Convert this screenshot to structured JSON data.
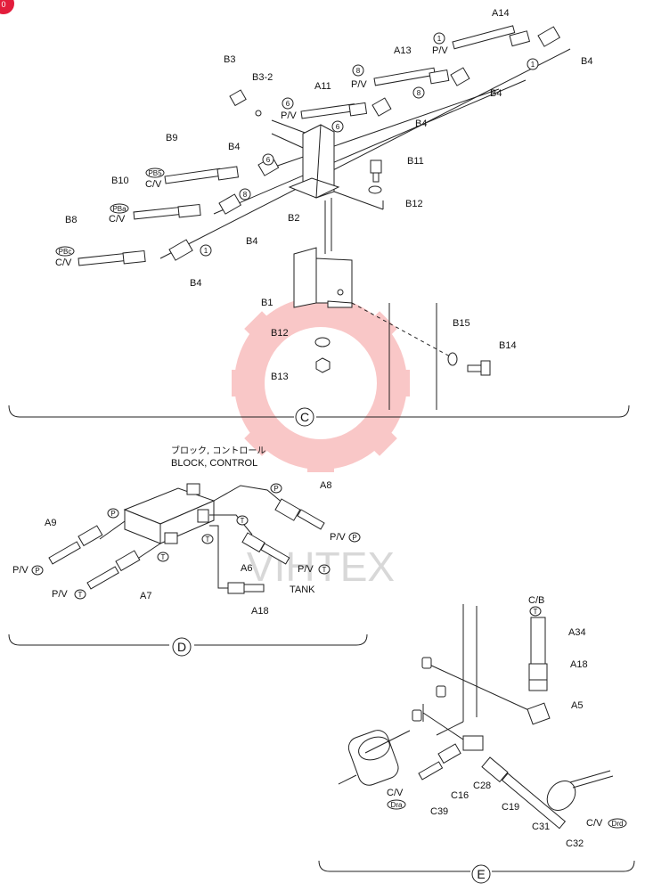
{
  "watermark": {
    "text": "VIHTEX",
    "color": "#f06060"
  },
  "corner_badge": {
    "text": "0",
    "color": "#e31d3c"
  },
  "section_c": {
    "marker": "C",
    "labels": {
      "a14": "A14",
      "a13": "A13",
      "a11": "A11",
      "b3": "B3",
      "b3_2": "B3-2",
      "b4a": "B4",
      "b4b": "B4",
      "b4c": "B4",
      "b4d": "B4",
      "b4e": "B4",
      "b4f": "B4",
      "b9": "B9",
      "b10": "B10",
      "b8": "B8",
      "b11": "B11",
      "b12a": "B12",
      "b2": "B2",
      "b1": "B1",
      "b12b": "B12",
      "b13": "B13",
      "b15": "B15",
      "b14": "B14"
    },
    "callouts": {
      "pv_a14": "P/V",
      "pv_a13": "P/V",
      "pv_a11": "P/V",
      "cv_b9": "C/V",
      "cv_b10": "C/V",
      "cv_b8": "C/V",
      "n1a": "1",
      "n1b": "1",
      "n8a": "8",
      "n8b": "8",
      "n6a": "6",
      "n6b": "6",
      "n6c": "6",
      "n8c": "8",
      "n1c": "1",
      "pb5": "PB5",
      "pba": "PBa",
      "pbc": "PBc"
    }
  },
  "section_d": {
    "marker": "D",
    "title_jp": "ブロック, コントロール",
    "title_en": "BLOCK, CONTROL",
    "labels": {
      "a8": "A8",
      "a9": "A9",
      "a7": "A7",
      "a6": "A6",
      "a18": "A18"
    },
    "callouts": {
      "pv_a8": "P/V",
      "pv_a9": "P/V",
      "pv_a7": "P/V",
      "pv_a6": "P/V",
      "tank": "TANK",
      "p1": "P",
      "p2": "P",
      "p3": "P",
      "p4": "P",
      "t1": "T",
      "t2": "T",
      "t3": "T",
      "t4": "T",
      "t5": "T"
    }
  },
  "section_e": {
    "marker": "E",
    "labels": {
      "cb": "C/B",
      "a34": "A34",
      "a18": "A18",
      "a5": "A5",
      "c28": "C28",
      "c16": "C16",
      "c39": "C39",
      "c19": "C19",
      "c31": "C31",
      "c32": "C32"
    },
    "callouts": {
      "cv_l": "C/V",
      "cv_r": "C/V",
      "t": "T",
      "dra": "Dra",
      "drd": "Drd"
    }
  }
}
